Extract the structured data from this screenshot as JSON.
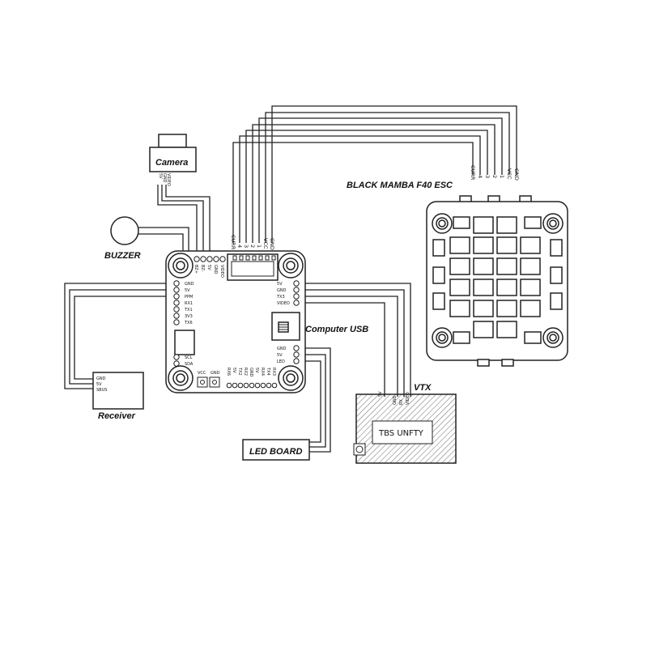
{
  "labels": {
    "camera": "Camera",
    "buzzer": "BUZZER",
    "receiver": "Receiver",
    "led_board": "LED BOARD",
    "computer_usb": "Computer USB",
    "esc": "BLACK MAMBA F40 ESC",
    "vtx": "VTX",
    "vtx_model": "TBS UNFTY"
  },
  "camera_pins": [
    "5V",
    "GND",
    "VIDEO"
  ],
  "receiver_pins": [
    "GND",
    "5V",
    "SBUS"
  ],
  "fc_esc_header": [
    "CURR",
    "4",
    "3",
    "2",
    "1",
    "VCC",
    "GND"
  ],
  "esc_header": [
    "CURR",
    "4",
    "3",
    "2",
    "1",
    "VCC",
    "GND"
  ],
  "fc_top_pads": [
    "BZ+",
    "BZ-",
    "5V",
    "GND",
    "VIDEO"
  ],
  "fc_left_pads": [
    "GND",
    "5V",
    "PPM",
    "RX1",
    "TX1",
    "3V3",
    "TX6"
  ],
  "fc_left_lower_pads": [
    "SCL",
    "SDA"
  ],
  "fc_right_pads": [
    "5V",
    "GND",
    "TX3",
    "VIDEO"
  ],
  "fc_right_lower_pads": [
    "GND",
    "5V",
    "LED"
  ],
  "fc_bottom_pads": [
    "VCC",
    "GND"
  ],
  "fc_bottom_row": [
    "RX6",
    "5V",
    "TX2",
    "RX2",
    "GND",
    "5V",
    "RX4",
    "TX4",
    "RX3"
  ],
  "vtx_pins": [
    "5V",
    "GND",
    "RX",
    "VIDEO"
  ]
}
